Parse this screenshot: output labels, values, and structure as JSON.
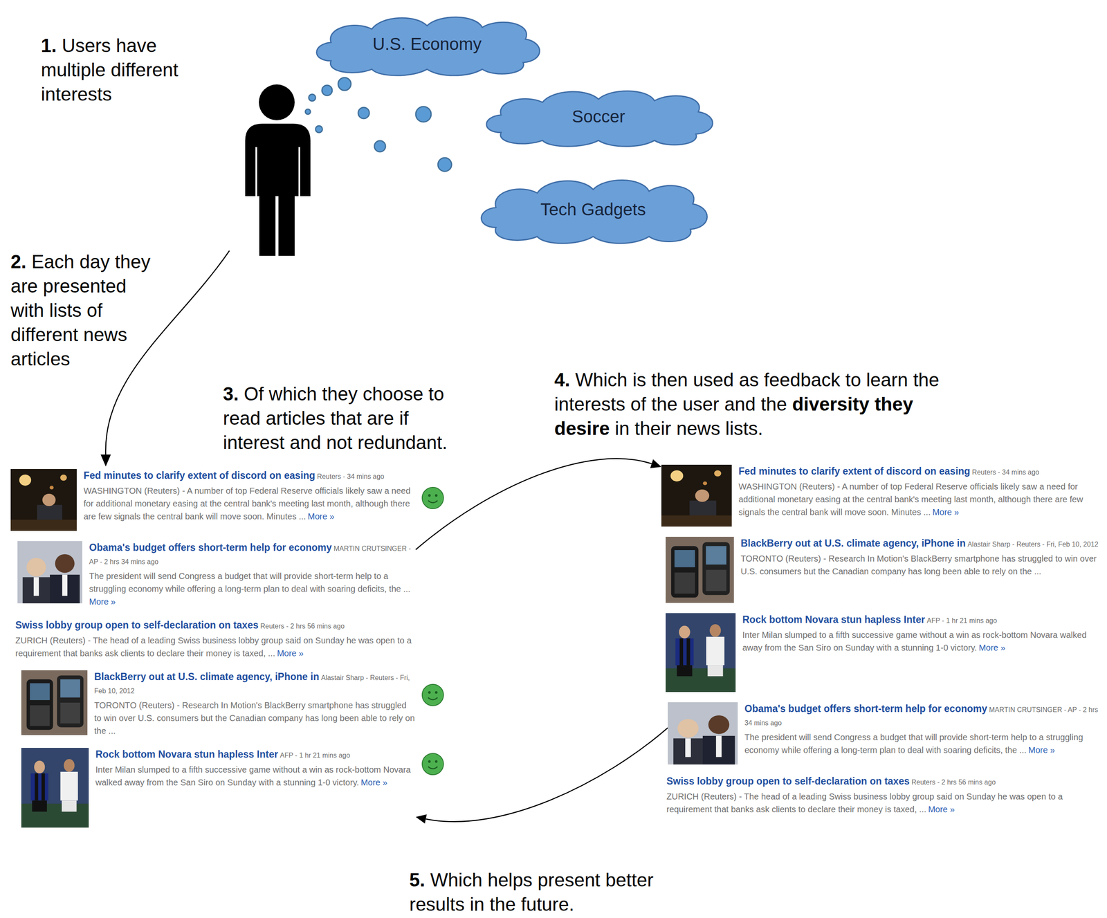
{
  "diagram": {
    "nodes": [
      {
        "text": [
          "U.S. Economy"
        ]
      },
      {
        "text": [
          "Soccer"
        ]
      },
      {
        "text": [
          "Tech Gadgets"
        ]
      },
      {
        "text": [
          "Fed minutes to clarify extent of discord on easing",
          "Reuters - 34 mins ago",
          "WASHINGTON (Reuters) - A number of top Federal Reserve officials likely saw a need for additional monetary easing at the central bank's meeting last month, although there are few signals the central bank will move soon. Minutes ...",
          "More »"
        ]
      },
      {
        "text": [
          "Obama's budget offers short-term help for economy",
          "MARTIN CRUTSINGER - AP - 2 hrs 34 mins ago",
          "The president will send Congress a budget that will provide short-term help to a struggling economy while offering a long-term plan to deal with soaring deficits, the ...",
          "More »"
        ]
      },
      {
        "text": [
          "Swiss lobby group open to self-declaration on taxes",
          "Reuters - 2 hrs 56 mins ago",
          "ZURICH (Reuters) - The head of a leading Swiss business lobby group said on Sunday he was open to a requirement that banks ask clients to declare their money is taxed, ...",
          "More »"
        ]
      },
      {
        "text": [
          "BlackBerry out at U.S. climate agency, iPhone in",
          "Alastair Sharp - Reuters - Fri, Feb 10, 2012",
          "TORONTO (Reuters) - Research In Motion's BlackBerry smartphone has struggled to win over U.S. consumers but the Canadian company has long been able to rely on the ..."
        ]
      },
      {
        "text": [
          "Rock bottom Novara stun hapless Inter",
          "AFP - 1 hr 21 mins ago",
          "Inter Milan slumped to a fifth successive game without a win as rock-bottom Novara walked away from the San Siro on Sunday with a stunning 1-0 victory.",
          "More »"
        ]
      },
      {
        "text": [
          "Fed minutes to clarify extent of discord on easing",
          "Reuters - 34 mins ago",
          "WASHINGTON (Reuters) - A number of top Federal Reserve officials likely saw a need for additional monetary easing at the central bank's meeting last month, although there are few signals the central bank will move soon. Minutes ...",
          "More »"
        ]
      },
      {
        "text": [
          "BlackBerry out at U.S. climate agency, iPhone in",
          "Alastair Sharp - Reuters - Fri, Feb 10, 2012",
          "TORONTO (Reuters) - Research In Motion's BlackBerry smartphone has struggled to win over U.S. consumers but the Canadian company has long been able to rely on the ..."
        ]
      },
      {
        "text": [
          "Rock bottom Novara stun hapless Inter",
          "AFP - 1 hr 21 mins ago",
          "Inter Milan slumped to a fifth successive game without a win as rock-bottom Novara walked away from the San Siro on Sunday with a stunning 1-0 victory.",
          "More »"
        ]
      },
      {
        "text": [
          "Obama's budget offers short-term help for economy",
          "MARTIN CRUTSINGER - AP - 2 hrs 34 mins ago",
          "The president will send Congress a budget that will provide short-term help to a struggling economy while offering a long-term plan to deal with soaring deficits, the ...",
          "More »"
        ]
      },
      {
        "text": [
          "Swiss lobby group open to self-declaration on taxes",
          "Reuters - 2 hrs 56 mins ago",
          "ZURICH (Reuters) - The head of a leading Swiss business lobby group said on Sunday he was open to a requirement that banks ask clients to declare their money is taxed, ...",
          "More »"
        ]
      }
    ],
    "edges": [
      {
        "from": 4,
        "to": 8,
        "arrow": "to"
      },
      {
        "from": 11,
        "to": 7,
        "arrow": "to"
      }
    ],
    "labels": [
      "1.",
      "Users have multiple different interests",
      "2.",
      "Each day they are presented with lists of different news articles",
      "3.",
      "Of which they choose to read articles that are if interest and not redundant.",
      "4.",
      "Which is then used as feedback to learn the interests of the user and the",
      "diversity they desire",
      "in their news lists.",
      "5.",
      "Which helps present better results in the future."
    ]
  }
}
